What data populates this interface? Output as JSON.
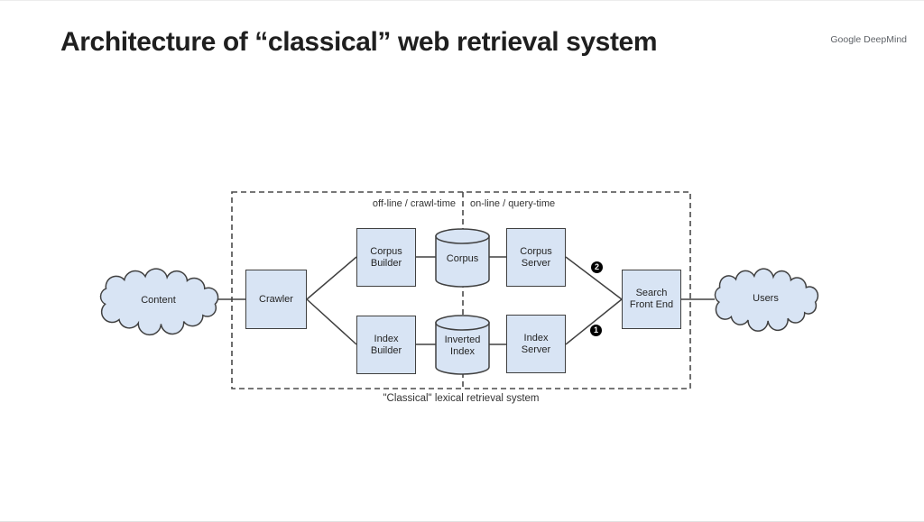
{
  "slide": {
    "title": "Architecture of “classical” web retrieval system",
    "brand": "Google DeepMind"
  },
  "diagram": {
    "region_labels": {
      "offline": "off-line / crawl-time",
      "online": "on-line / query-time"
    },
    "caption": "\"Classical\" lexical retrieval system",
    "clouds": [
      {
        "id": "content",
        "label": "Content"
      },
      {
        "id": "users",
        "label": "Users"
      }
    ],
    "nodes": [
      {
        "id": "crawler",
        "label": "Crawler",
        "type": "box"
      },
      {
        "id": "corpus-builder",
        "label": "Corpus Builder",
        "type": "box"
      },
      {
        "id": "index-builder",
        "label": "Index Builder",
        "type": "box"
      },
      {
        "id": "corpus",
        "label": "Corpus",
        "type": "cylinder"
      },
      {
        "id": "inverted-index",
        "label": "Inverted Index",
        "type": "cylinder"
      },
      {
        "id": "corpus-server",
        "label": "Corpus Server",
        "type": "box"
      },
      {
        "id": "index-server",
        "label": "Index Server",
        "type": "box"
      },
      {
        "id": "search-front-end",
        "label": "Search Front End",
        "type": "box"
      }
    ],
    "badges": [
      {
        "value": "2"
      },
      {
        "value": "1"
      }
    ],
    "edges": [
      {
        "from": "content",
        "to": "crawler"
      },
      {
        "from": "crawler",
        "to": "corpus-builder"
      },
      {
        "from": "crawler",
        "to": "index-builder"
      },
      {
        "from": "corpus-builder",
        "to": "corpus"
      },
      {
        "from": "corpus",
        "to": "corpus-server"
      },
      {
        "from": "index-builder",
        "to": "inverted-index"
      },
      {
        "from": "inverted-index",
        "to": "index-server"
      },
      {
        "from": "corpus-server",
        "to": "search-front-end",
        "badge": "2"
      },
      {
        "from": "index-server",
        "to": "search-front-end",
        "badge": "1"
      },
      {
        "from": "search-front-end",
        "to": "users"
      }
    ],
    "colors": {
      "node_fill": "#d8e4f4",
      "node_border": "#404040",
      "dashed_border": "#4a4a4a",
      "badge_bg": "#000000",
      "badge_text": "#ffffff",
      "title_text": "#1f1f1f",
      "brand_text": "#5f6368"
    }
  }
}
